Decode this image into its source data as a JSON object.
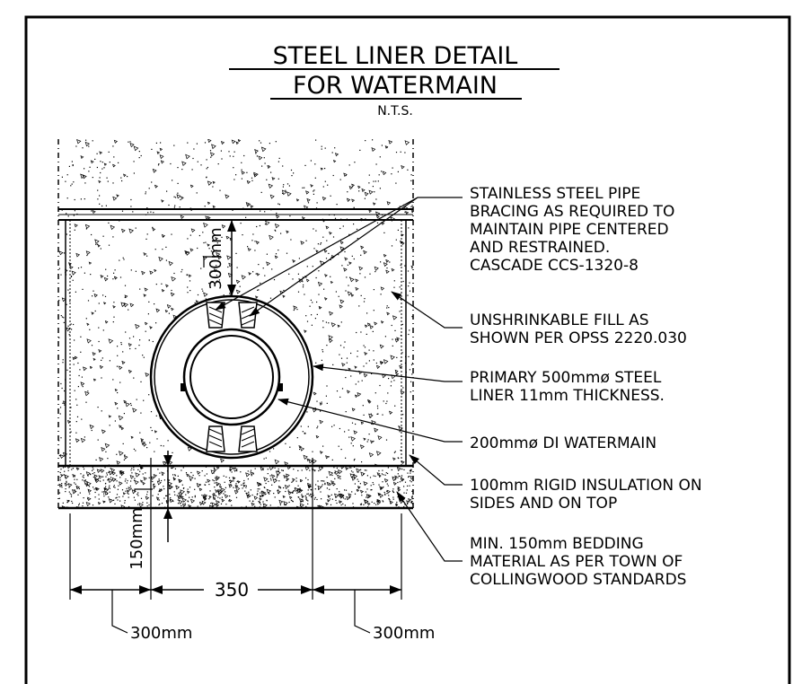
{
  "title": {
    "line1": "STEEL LINER DETAIL",
    "line2": "FOR WATERMAIN",
    "scale": "N.T.S."
  },
  "dimensions": {
    "cover_top": "300mm",
    "bedding_depth": "150mm",
    "width_center": "350",
    "width_left": "300mm",
    "width_right": "300mm"
  },
  "callouts": [
    {
      "lines": [
        "STAINLESS STEEL PIPE",
        "BRACING AS REQUIRED TO",
        "MAINTAIN PIPE CENTERED",
        "AND RESTRAINED.",
        "CASCADE CCS-1320-8"
      ]
    },
    {
      "lines": [
        "UNSHRINKABLE FILL AS",
        "SHOWN PER OPSS 2220.030"
      ]
    },
    {
      "lines": [
        "PRIMARY 500mmø STEEL",
        "LINER 11mm THICKNESS."
      ]
    },
    {
      "lines": [
        "200mmø DI WATERMAIN"
      ]
    },
    {
      "lines": [
        "100mm RIGID INSULATION ON",
        "SIDES AND ON TOP"
      ]
    },
    {
      "lines": [
        "MIN. 150mm BEDDING",
        "MATERIAL AS PER TOWN OF",
        "COLLINGWOOD STANDARDS"
      ]
    }
  ]
}
